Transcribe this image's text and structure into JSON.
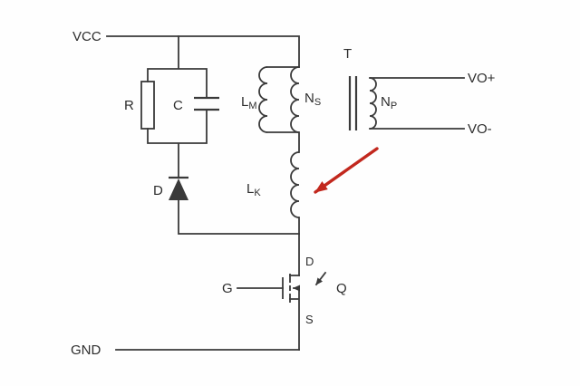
{
  "labels": {
    "vcc": "VCC",
    "gnd": "GND",
    "resistor": "R",
    "capacitor": "C",
    "snubber_diode": "D",
    "transformer": "T",
    "magnetizing_inductance_main": "L",
    "magnetizing_inductance_sub": "M",
    "secondary_winding_main": "N",
    "secondary_winding_sub": "S",
    "primary_winding_main": "N",
    "primary_winding_sub": "P",
    "leakage_inductance_main": "L",
    "leakage_inductance_sub": "K",
    "output_positive": "VO+",
    "output_negative": "VO-",
    "gate": "G",
    "mosfet": "Q",
    "drain": "D",
    "source": "S"
  },
  "colors": {
    "wire": "#3a3a3a",
    "text": "#2d2d2d",
    "arrow": "#c2281e",
    "background": "#fefefe"
  }
}
